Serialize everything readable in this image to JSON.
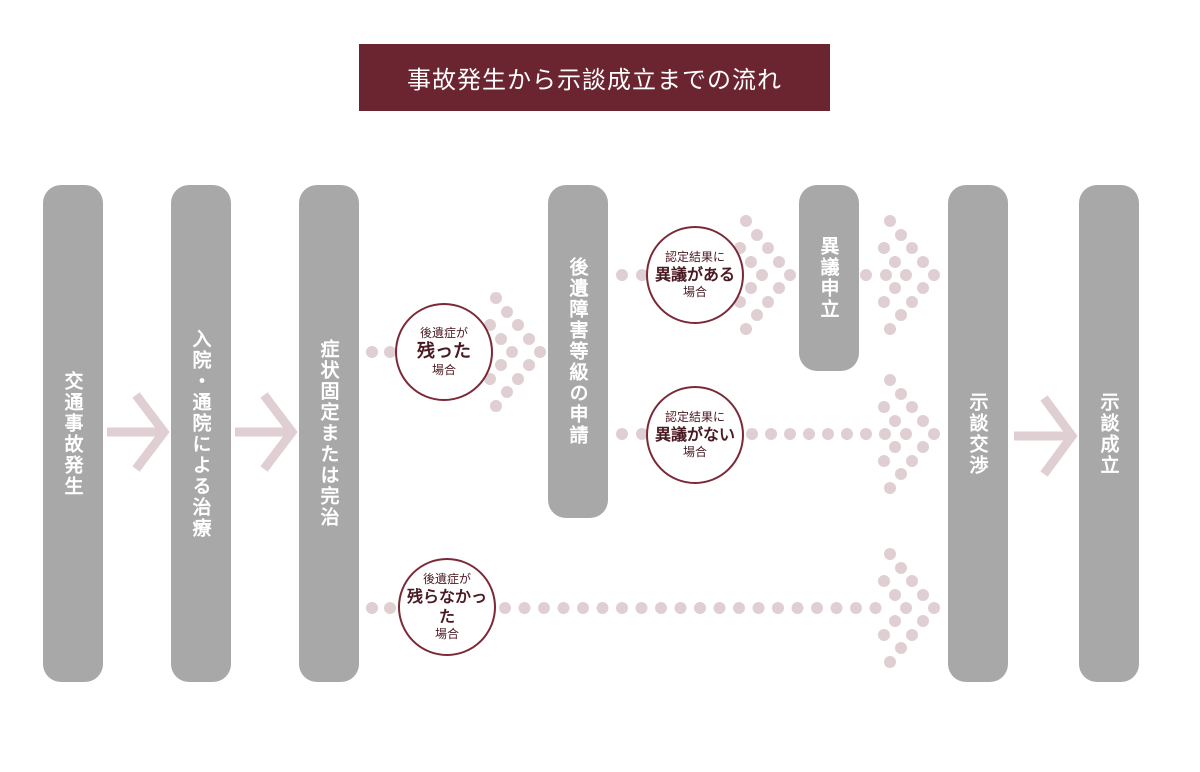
{
  "title": "事故発生から示談成立までの流れ",
  "steps": {
    "accident": "交通事故発生",
    "treatment": "入院・通院による治療",
    "fixed": "症状固定または完治",
    "application": "後遺障害等級の申請",
    "objection": "異議申立",
    "negotiation": "示談交渉",
    "settlement": "示談成立"
  },
  "badges": {
    "remained": {
      "top": "後遺症が",
      "main": "残った",
      "bottom": "場合"
    },
    "not_remained": {
      "top": "後遺症が",
      "main": "残らなかった",
      "bottom": "場合"
    },
    "disagree": {
      "top": "認定結果に",
      "main": "異議がある",
      "bottom": "場合"
    },
    "agree": {
      "top": "認定結果に",
      "main": "異議がない",
      "bottom": "場合"
    }
  },
  "colors": {
    "title_bg": "#6b2530",
    "pill": "#a8a8a8",
    "arrow": "#e0cfd2",
    "badge_border": "#7a2a36"
  }
}
